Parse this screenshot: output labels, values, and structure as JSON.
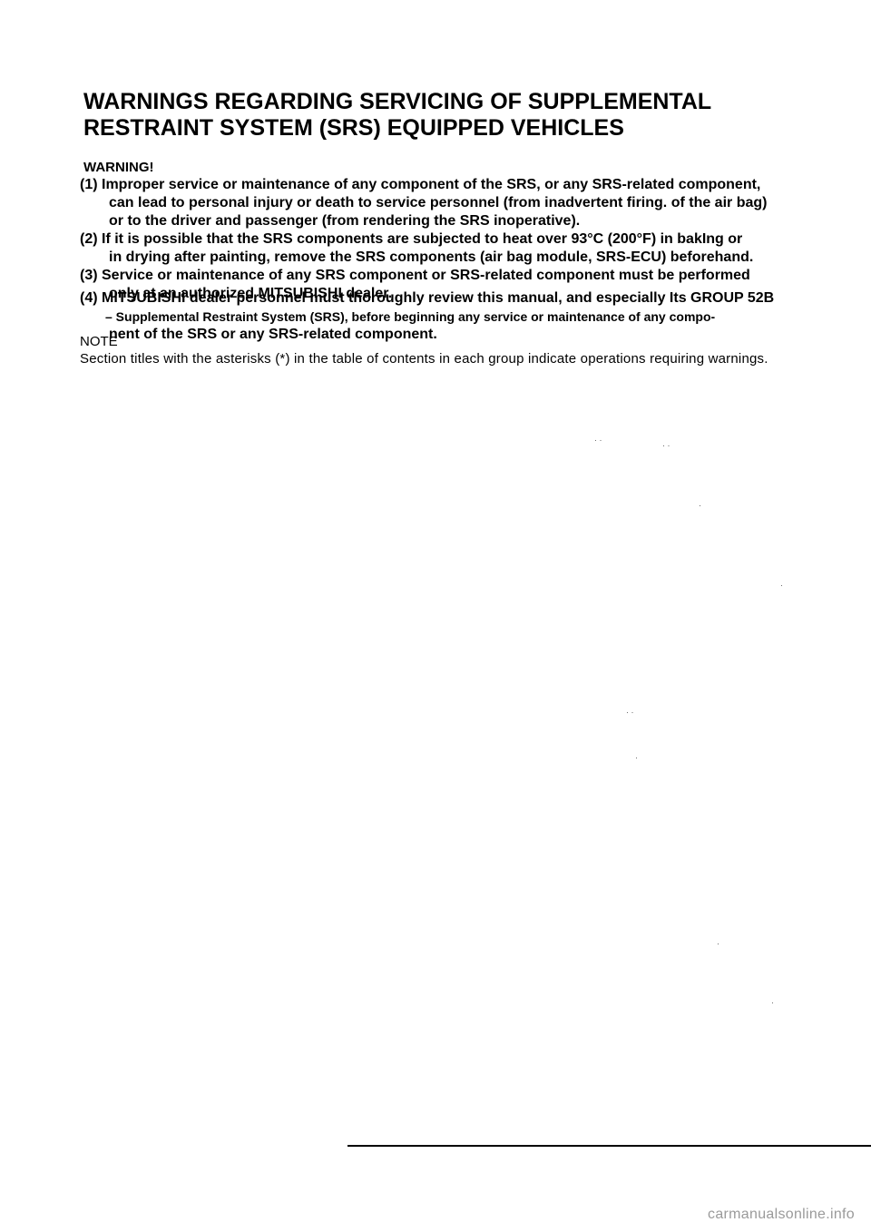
{
  "title": {
    "line1": "WARNINGS REGARDING SERVICING OF SUPPLEMENTAL",
    "line2": "RESTRAINT SYSTEM (SRS) EQUIPPED VEHICLES"
  },
  "warning_label": "WARNING!",
  "items": [
    {
      "lines": [
        "(1) Improper service or maintenance of any component of the SRS, or any SRS-related component,",
        "can lead to personal injury or death to service personnel (from inadvertent firing. of the air bag)",
        "or to the driver and passenger (from rendering the SRS inoperative)."
      ]
    },
    {
      "lines": [
        "(2) If it is possible that the SRS components are subjected to heat over 93°C (200°F) in bakIng or",
        "in drying after painting, remove the SRS components (air bag module, SRS-ECU) beforehand."
      ]
    },
    {
      "lines": [
        "(3) Service or maintenance of any SRS component or SRS-related component must be performed",
        "only at an authorized MITSUBISHI dealer."
      ]
    },
    {
      "lines": [
        "(4) MITSUBISHI dealer personnel must thoroughly review this manual, and especially Its GROUP 52B",
        "– Supplemental Restraint System (SRS), before beginning any service or maintenance of any compo-",
        "nent of the SRS or any SRS-related component."
      ]
    }
  ],
  "note": {
    "label": "NOTE",
    "text": "Section titles with the asterisks (*) in the table of contents in each group indicate operations requiring warnings."
  },
  "footer": "carmanualsonline.info"
}
